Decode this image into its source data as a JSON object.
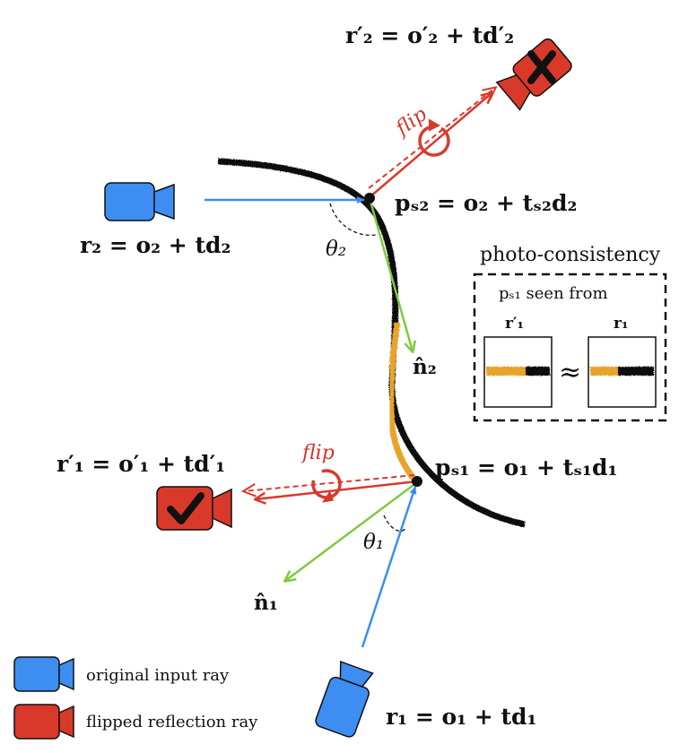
{
  "colors": {
    "original_ray": "#3d8ef0",
    "reflection_ray": "#d9392b",
    "normal": "#7ccc3f",
    "highlight": "#e8a42c",
    "surface": "#111111"
  },
  "labels": {
    "r2_eq": "r₂ = o₂ + td₂",
    "r2p_eq": "r′₂ = o′₂ + td′₂",
    "ps2_eq": "pₛ₂ = o₂ + tₛ₂d₂",
    "theta2": "θ₂",
    "n2": "n̂₂",
    "flip_top": "flip",
    "r1p_eq": "r′₁ = o′₁ + td′₁",
    "flip_bottom": "flip",
    "ps1_eq": "pₛ₁ = o₁ + tₛ₁d₁",
    "theta1": "θ₁",
    "n1": "n̂₁",
    "r1_eq": "r₁ = o₁ + td₁"
  },
  "inset": {
    "title": "photo-consistency",
    "subtitle": "pₛ₁ seen from",
    "left_label": "r′₁",
    "right_label": "r₁",
    "approx": "≈"
  },
  "legend": {
    "items": [
      {
        "label": "original input ray",
        "icon": "camera-blue-icon"
      },
      {
        "label": "flipped reflection ray",
        "icon": "camera-red-icon"
      }
    ]
  },
  "icons": {
    "cam_r2p_status": "cross-icon",
    "cam_r1p_status": "check-icon"
  }
}
